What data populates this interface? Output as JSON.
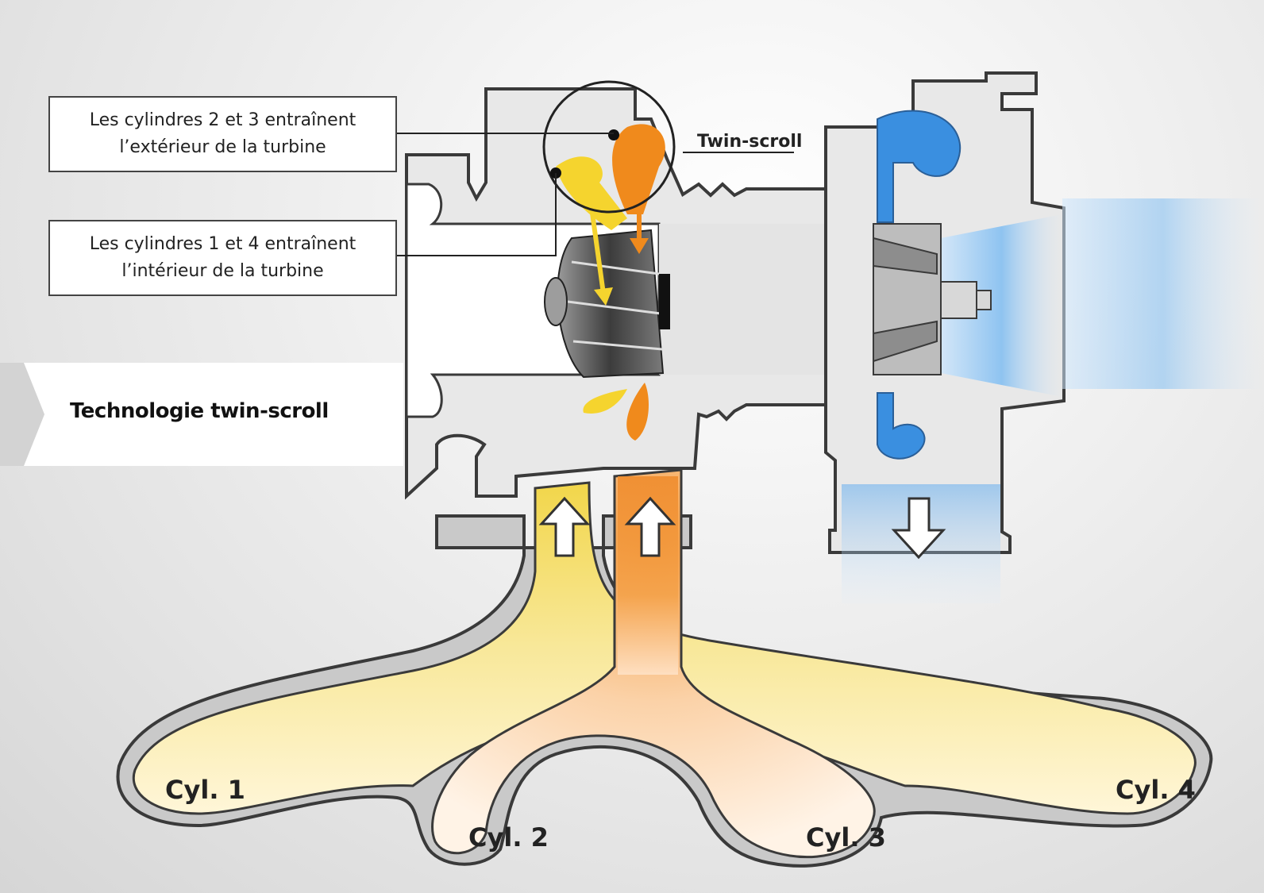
{
  "callouts": {
    "outer": "Les cylindres 2 et 3 entraînent\nl’extérieur de la turbine",
    "inner": "Les cylindres 1 et 4 entraînent\nl’intérieur de la turbine"
  },
  "banner": {
    "title": "Technologie twin-scroll"
  },
  "labels": {
    "twin_scroll": "Twin-scroll",
    "cyl1": "Cyl. 1",
    "cyl2": "Cyl. 2",
    "cyl3": "Cyl. 3",
    "cyl4": "Cyl. 4"
  },
  "colors": {
    "housing_fill": "#e9e9e9",
    "housing_stroke": "#3a3a3a",
    "scroll_outer": "#f08a1c",
    "scroll_inner": "#f5d42e",
    "compressor": "#3a8fe0",
    "exhaust_yellow": "#f7e27a",
    "exhaust_orange": "#f29a3a"
  },
  "icons": [
    "arrow-up-icon",
    "arrow-down-icon",
    "magnifier-circle-icon",
    "turbine-wheel-icon",
    "compressor-wheel-icon"
  ]
}
